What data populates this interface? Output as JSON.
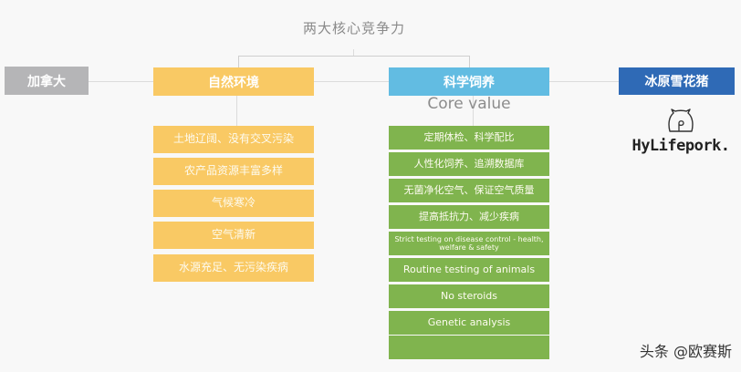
{
  "diagram": {
    "title": "两大核心竞争力",
    "nodes": {
      "origin": {
        "label": "加拿大",
        "color": "#b5b5b7"
      },
      "environment": {
        "label": "自然环境",
        "color": "#f9c964"
      },
      "feeding": {
        "label": "科学饲养",
        "color": "#62bce2"
      },
      "brand": {
        "label": "冰原雪花猪",
        "color": "#2f6ab6"
      }
    },
    "core_value_label": "Core value",
    "environment_items": [
      "土地辽阔、没有交叉污染",
      "农产品资源丰富多样",
      "气候寒冷",
      "空气清新",
      "水源充足、无污染疾病"
    ],
    "feeding_items": [
      "定期体检、科学配比",
      "人性化饲养、追溯数据库",
      "无菌净化空气、保证空气质量",
      "提高抵抗力、减少疾病",
      "Strict testing on disease control - health, welfare & safety",
      "Routine testing of animals",
      "No steroids",
      "Genetic analysis",
      ""
    ],
    "logo": {
      "text": "HyLifepork.",
      "icon": "pig-face-icon"
    },
    "colors": {
      "accent_yellow": "#f9c964",
      "accent_green": "#80b44e",
      "accent_sky": "#62bce2",
      "accent_navy": "#2f6ab6",
      "neutral_gray": "#b5b5b7"
    }
  },
  "watermark": "头条 @欧赛斯"
}
